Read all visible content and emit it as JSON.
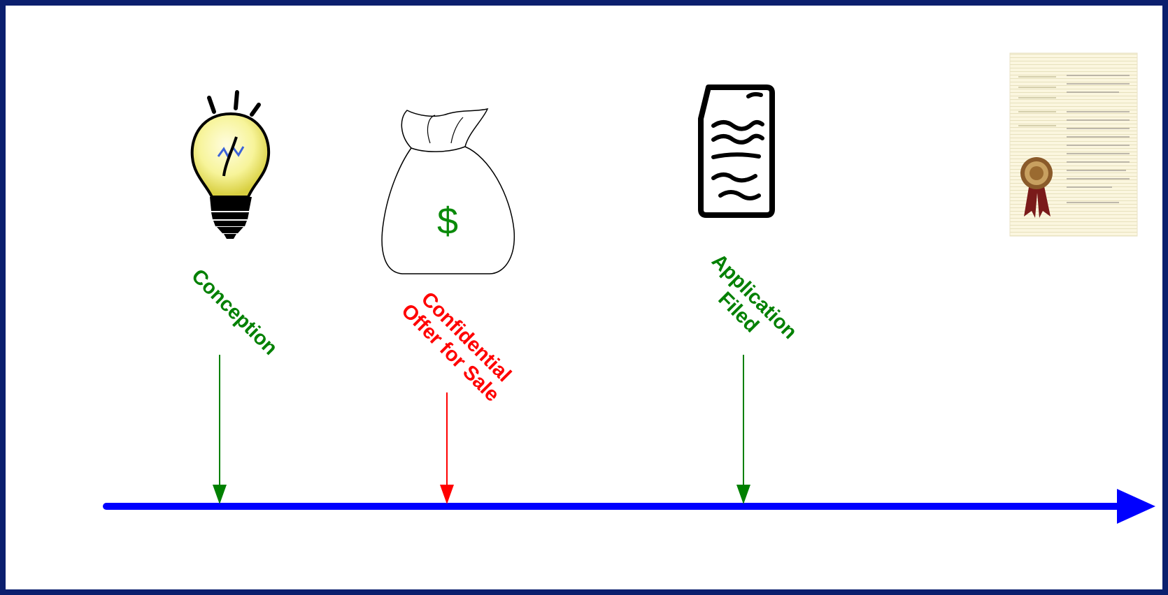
{
  "colors": {
    "frame": "#0b1f6e",
    "timeline": "#0000ff",
    "public_event": "#008000",
    "confidential_event": "#ff0000",
    "bulb_glass": "#f7f49a"
  },
  "icons": [
    "light-bulb-icon",
    "money-bag-icon",
    "document-icon",
    "patent-certificate-icon"
  ],
  "money_bag": {
    "symbol": "$"
  },
  "events": [
    {
      "id": "conception",
      "lines": [
        "Conception"
      ],
      "color": "#008000"
    },
    {
      "id": "offer",
      "lines": [
        "Confidential",
        "Offer for Sale"
      ],
      "color": "#ff0000"
    },
    {
      "id": "filed",
      "lines": [
        "Application",
        "Filed"
      ],
      "color": "#008000"
    }
  ]
}
